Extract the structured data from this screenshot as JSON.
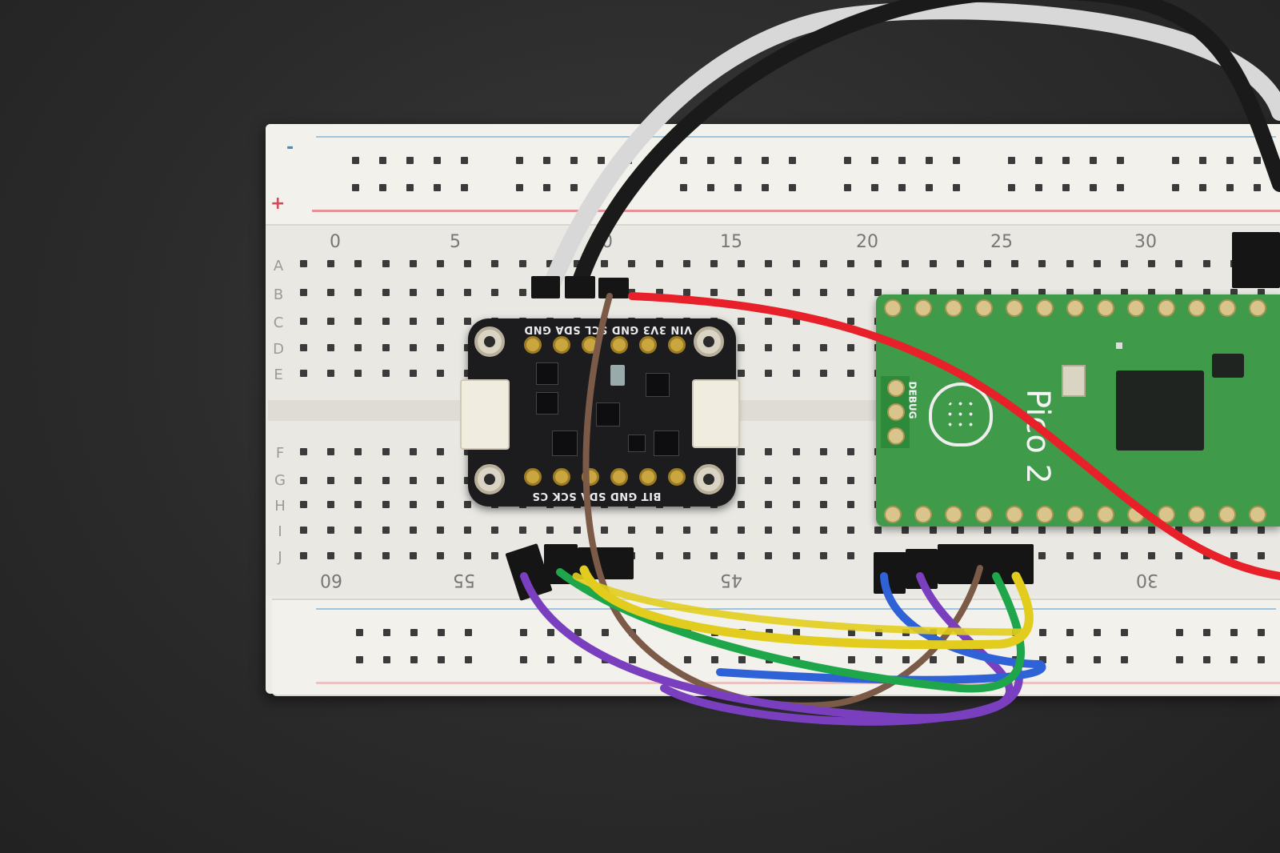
{
  "breadboard": {
    "column_numbers_top": [
      "0",
      "5",
      "10",
      "15",
      "20",
      "25",
      "30"
    ],
    "column_numbers_bottom": [
      "60",
      "55",
      "45",
      "30"
    ],
    "row_letters_top": [
      "A",
      "B",
      "C",
      "D",
      "E"
    ],
    "row_letters_bottom": [
      "F",
      "G",
      "H",
      "I",
      "J"
    ],
    "rail_minus": "-",
    "rail_plus": "+"
  },
  "sensor_board": {
    "silkscreen_top": "VIN 3V3 GND SCL SDA GND",
    "silkscreen_bottom": "BIT GND SDA SCK CS"
  },
  "pico_board": {
    "name": "Pico 2",
    "debug_label": "DEBUG"
  },
  "colors": {
    "wire_white": "#d8d8d8",
    "wire_black": "#1a1a1a",
    "wire_red": "#e8202a",
    "wire_brown": "#7b5a47",
    "wire_purple": "#7a3fbf",
    "wire_green": "#1fa64a",
    "wire_yellow": "#e2cd1e",
    "wire_blue": "#2f62d6",
    "pcb_green": "#3f9a4a",
    "sensor_black": "#1c1c1f",
    "breadboard_white": "#ecebe6"
  }
}
